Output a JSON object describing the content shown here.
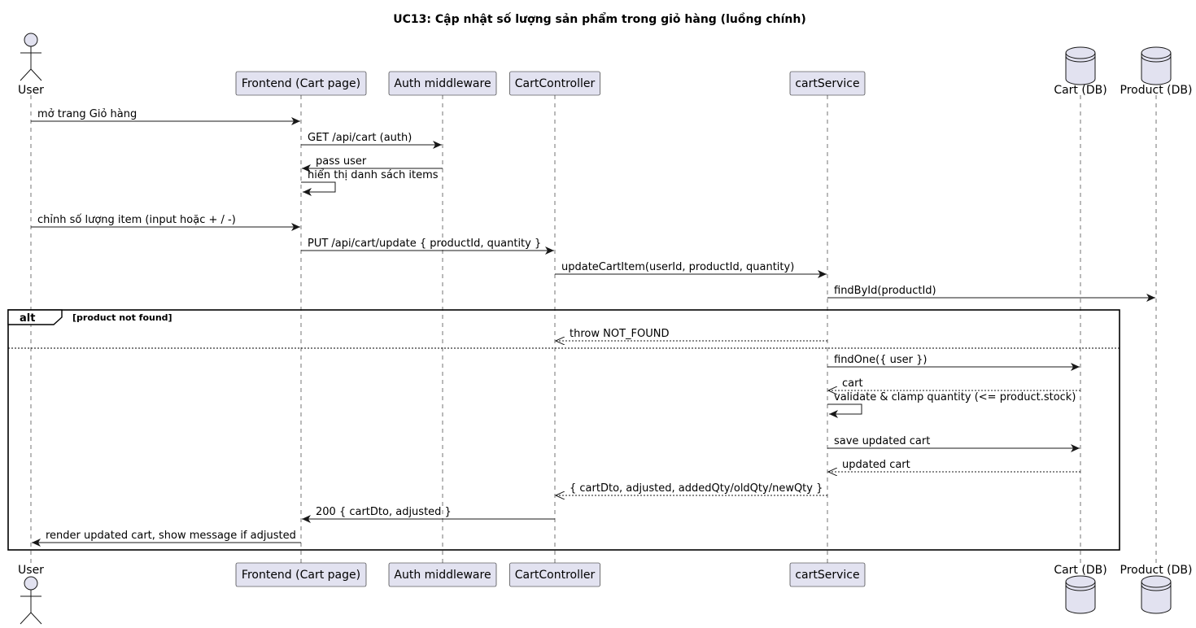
{
  "diagram": {
    "title": "UC13: Cập nhật số lượng sản phẩm trong giỏ hàng (luồng chính)"
  },
  "participants": [
    {
      "id": "user",
      "name": "User",
      "kind": "actor"
    },
    {
      "id": "frontend",
      "name": "Frontend (Cart page)",
      "kind": "participant"
    },
    {
      "id": "auth",
      "name": "Auth middleware",
      "kind": "participant"
    },
    {
      "id": "controller",
      "name": "CartController",
      "kind": "participant"
    },
    {
      "id": "service",
      "name": "cartService",
      "kind": "participant"
    },
    {
      "id": "cartdb",
      "name": "Cart (DB)",
      "kind": "database"
    },
    {
      "id": "productdb",
      "name": "Product (DB)",
      "kind": "database"
    }
  ],
  "messages": [
    {
      "from": "user",
      "to": "frontend",
      "label": "mở trang Giỏ hàng",
      "style": "solid"
    },
    {
      "from": "frontend",
      "to": "auth",
      "label": "GET /api/cart (auth)",
      "style": "solid"
    },
    {
      "from": "auth",
      "to": "frontend",
      "label": "pass user",
      "style": "solid"
    },
    {
      "from": "frontend",
      "to": "frontend",
      "label": "hiển thị danh sách items",
      "style": "solid"
    },
    {
      "from": "user",
      "to": "frontend",
      "label": "chỉnh số lượng item (input hoặc + / -)",
      "style": "solid"
    },
    {
      "from": "frontend",
      "to": "controller",
      "label": "PUT /api/cart/update { productId, quantity }",
      "style": "solid"
    },
    {
      "from": "controller",
      "to": "service",
      "label": "updateCartItem(userId, productId, quantity)",
      "style": "solid"
    },
    {
      "from": "service",
      "to": "productdb",
      "label": "findById(productId)",
      "style": "solid"
    },
    {
      "from": "service",
      "to": "controller",
      "label": "throw NOT_FOUND",
      "style": "dashed"
    },
    {
      "from": "service",
      "to": "cartdb",
      "label": "findOne({ user })",
      "style": "solid"
    },
    {
      "from": "cartdb",
      "to": "service",
      "label": "cart",
      "style": "dashed"
    },
    {
      "from": "service",
      "to": "service",
      "label": "validate & clamp quantity (<= product.stock)",
      "style": "solid"
    },
    {
      "from": "service",
      "to": "cartdb",
      "label": "save updated cart",
      "style": "solid"
    },
    {
      "from": "cartdb",
      "to": "service",
      "label": "updated cart",
      "style": "dashed"
    },
    {
      "from": "service",
      "to": "controller",
      "label": "{ cartDto, adjusted, addedQty/oldQty/newQty }",
      "style": "dashed"
    },
    {
      "from": "controller",
      "to": "frontend",
      "label": "200 { cartDto, adjusted }",
      "style": "solid"
    },
    {
      "from": "frontend",
      "to": "user",
      "label": "render updated cart, show message if adjusted",
      "style": "solid"
    }
  ],
  "alt_frame": {
    "keyword": "alt",
    "guard": "[product not found]"
  }
}
